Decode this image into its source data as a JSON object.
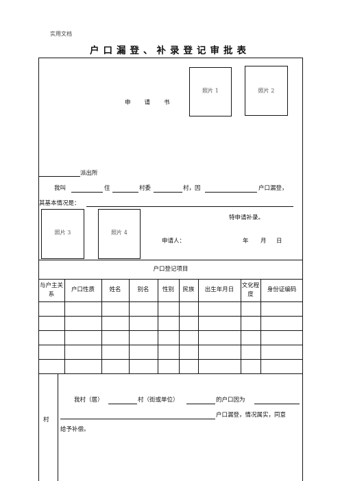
{
  "header_note": "实用文档",
  "title": "户口漏登、补录登记审批表",
  "application": {
    "heading": "申　　请　　书",
    "photos": [
      "照片 1",
      "照片 2",
      "照片 3",
      "照片 4"
    ],
    "station_suffix": "派出所",
    "line1": {
      "p1": "我叫",
      "p2": "住",
      "p3": "村委",
      "p4": "村，因",
      "p5": "户口漏登，"
    },
    "line2_label": "其基本情况是：",
    "request_text": "特申请补录。",
    "applicant_label": "申请人：",
    "date_year": "年",
    "date_month": "月",
    "date_day": "日"
  },
  "registration": {
    "section_title": "户口登记项目",
    "columns": [
      "与户主关　系",
      "户口性质",
      "姓名",
      "别名",
      "性别",
      "民族",
      "出生年月日",
      "文化程度",
      "身份证编码"
    ],
    "rows": [
      [
        "",
        "",
        "",
        "",
        "",
        "",
        "",
        "",
        ""
      ],
      [
        "",
        "",
        "",
        "",
        "",
        "",
        "",
        "",
        ""
      ],
      [
        "",
        "",
        "",
        "",
        "",
        "",
        "",
        "",
        ""
      ],
      [
        "",
        "",
        "",
        "",
        "",
        "",
        "",
        "",
        ""
      ]
    ]
  },
  "village": {
    "side_label": "村",
    "l1a": "我村（居）",
    "l1b": "村（街或单位）",
    "l1c": "的户口因为",
    "l2": "户口漏登，情况属实，同意",
    "l3": "给予补偿。"
  }
}
